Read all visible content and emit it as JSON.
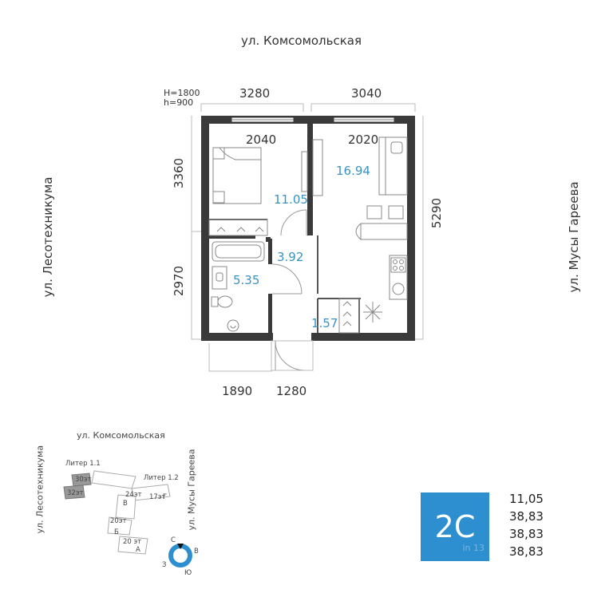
{
  "streets": {
    "top": "ул. Комсомольская",
    "left": "ул. Лесотехникума",
    "right": "ул. Мусы Гареева"
  },
  "window_note": {
    "h_high": "H=1800",
    "h_low": "h=900"
  },
  "dimensions": {
    "top_left": "3280",
    "top_right": "3040",
    "left_upper": "3360",
    "left_lower": "2970",
    "right": "5290",
    "bottom_left": "1890",
    "bottom_right": "1280",
    "bedroom_width": "2040",
    "living_width": "2020"
  },
  "rooms": {
    "bedroom": "11.05",
    "living": "16.94",
    "hall": "3.92",
    "bath": "5.35",
    "storage": "1.57"
  },
  "site_plan": {
    "street_top": "ул. Комсомольская",
    "street_left": "ул. Лесотехникума",
    "street_right": "ул. Мусы Гареева",
    "liter_1_1": "Литер 1.1",
    "liter_1_2": "Литер 1.2",
    "floors_30": "30эт",
    "floors_32": "32эт",
    "floors_24": "24эт",
    "floors_17": "17эт",
    "floors_20a": "20эт",
    "floors_20b": "20 эт",
    "block_v": "В",
    "block_g": "Г",
    "block_b": "Б",
    "block_a": "А"
  },
  "compass": {
    "n": "С",
    "e": "В",
    "s": "Ю",
    "w": "З"
  },
  "badge": {
    "label": "2С",
    "watermark": "in 13"
  },
  "areas_list": [
    "11,05",
    "38,83",
    "38,83",
    "38,83"
  ],
  "colors": {
    "wall": "#3a3a3a",
    "accent": "#2e8fd0",
    "area_text": "#3a93c3",
    "furniture": "#888888"
  }
}
